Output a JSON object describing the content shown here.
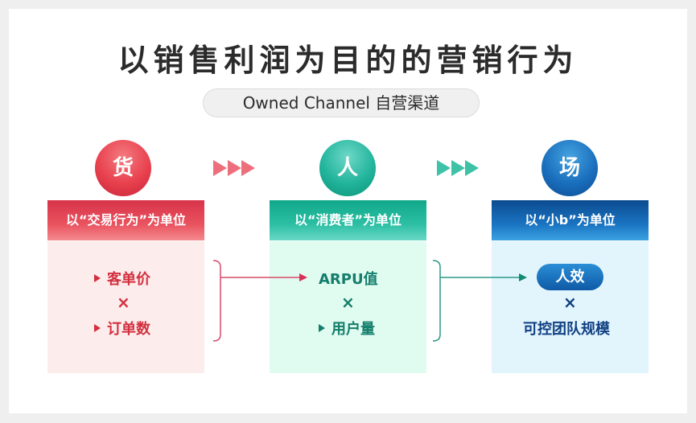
{
  "title": "以销售利润为目的的营销行为",
  "subtitle": "Owned Channel  自营渠道",
  "columns": [
    {
      "circle_label": "货",
      "header": "以“交易行为”为单位",
      "items": [
        "客单价",
        "订单数"
      ],
      "operator": "×",
      "color": "#e8414e"
    },
    {
      "circle_label": "人",
      "header": "以“消费者”为单位",
      "items": [
        "ARPU值",
        "用户量"
      ],
      "operator": "×",
      "color": "#22b49c"
    },
    {
      "circle_label": "场",
      "header": "以“小b”为单位",
      "items": [
        "人效",
        "可控团队规模"
      ],
      "operator": "×",
      "color": "#1a6fbd"
    }
  ],
  "arrows": [
    {
      "icon": "triple-chevron-right-icon",
      "color": "#ec6f7b"
    },
    {
      "icon": "triple-chevron-right-icon",
      "color": "#3dc2a8"
    }
  ]
}
